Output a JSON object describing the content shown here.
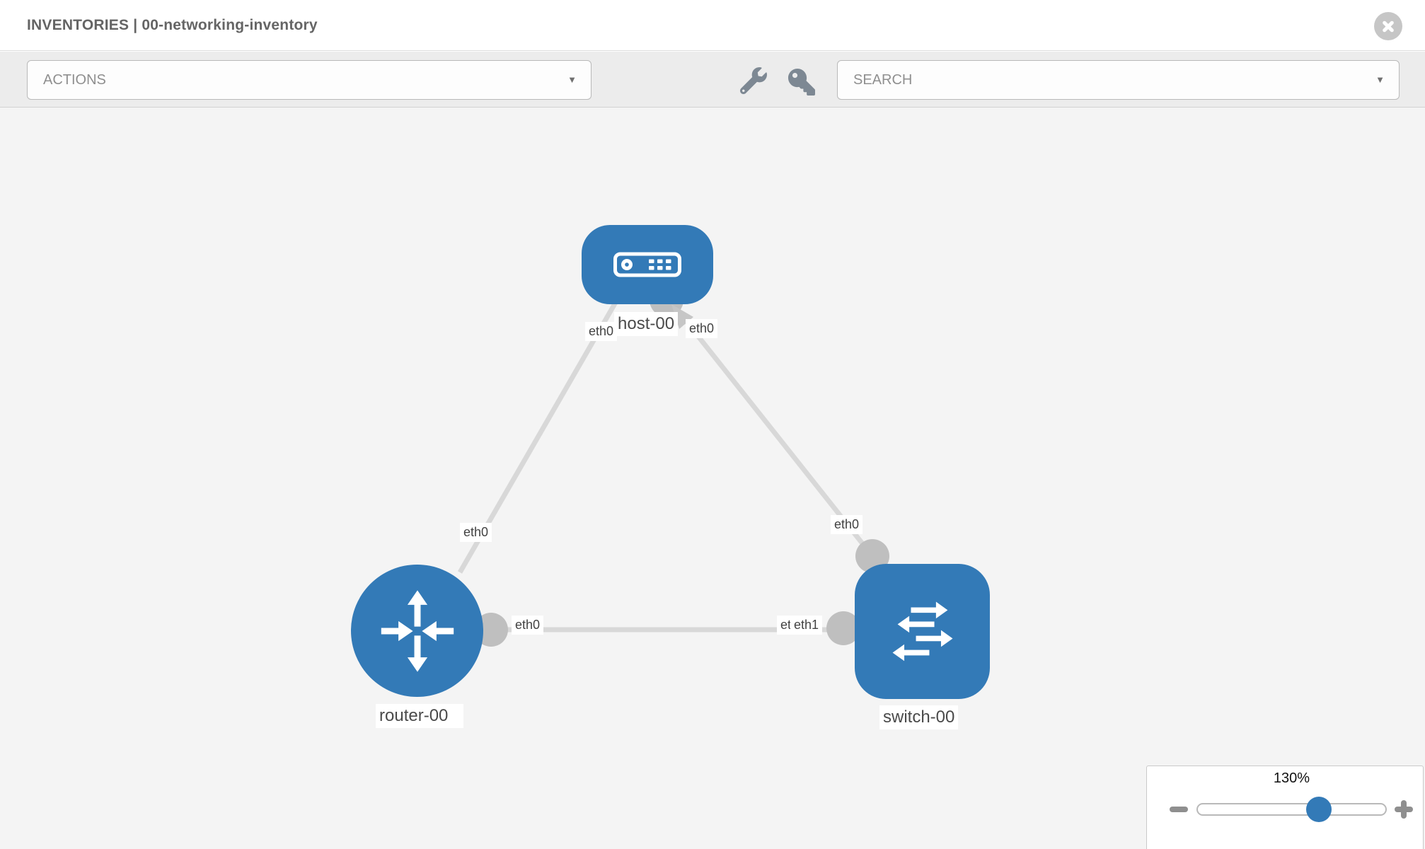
{
  "header": {
    "title": "INVENTORIES | 00-networking-inventory"
  },
  "toolbar": {
    "actions_label": "ACTIONS",
    "search_label": "SEARCH",
    "caret_glyph": "▼",
    "icons": [
      "wrench-icon",
      "key-icon"
    ]
  },
  "canvas": {
    "nodes": [
      {
        "id": "host-00",
        "label": "host-00",
        "type": "host",
        "icon": "host-icon"
      },
      {
        "id": "router-00",
        "label": "router-00",
        "type": "router",
        "icon": "router-icon"
      },
      {
        "id": "switch-00",
        "label": "switch-00",
        "type": "switch",
        "icon": "switch-icon"
      }
    ],
    "links": [
      {
        "from": "host-00",
        "to": "router-00"
      },
      {
        "from": "host-00",
        "to": "switch-00"
      },
      {
        "from": "router-00",
        "to": "switch-00"
      }
    ],
    "interface_labels": {
      "host_left": "eth0",
      "host_right": "eth0",
      "link_host_router": "eth0",
      "link_host_switch": "eth0",
      "link_mid_router_side": "eth0",
      "link_mid_switch_back": "eth0",
      "link_mid_switch_front": "eth1"
    }
  },
  "zoom_panel": {
    "level": "130%"
  },
  "colors": {
    "node_fill": "#337ab7",
    "link_stroke": "#d8d8d8",
    "port_fill": "#bfbfbf",
    "toolbar_bg": "#ececec",
    "canvas_bg": "#f4f4f4",
    "slider_thumb": "#337ab7"
  }
}
